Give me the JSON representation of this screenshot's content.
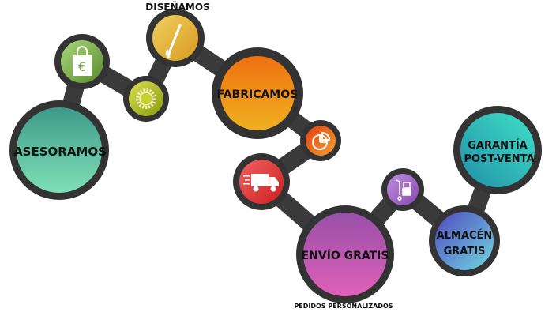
{
  "title_top": "DISEÑAMOS",
  "caption_bottom": "PEDIDOS PERSONALIZADOS",
  "nodes": {
    "asesoramos": {
      "label": "ASESORAMOS",
      "color": "#4fb89a"
    },
    "euro": {
      "icon": "shopping-bag-euro-icon",
      "color": "#8fc25a"
    },
    "gear": {
      "icon": "gear-icon",
      "color": "#b8c52a"
    },
    "pen": {
      "icon": "pen-icon",
      "color": "#e8b83a"
    },
    "fabricamos": {
      "label": "FABRICAMOS",
      "color": "#f0901a"
    },
    "pie": {
      "icon": "pie-chart-icon",
      "color": "#f06020"
    },
    "truck": {
      "icon": "truck-icon",
      "color": "#e84848"
    },
    "envio": {
      "label": "ENVÍO GRATIS",
      "color": "#b050b0"
    },
    "trolley": {
      "icon": "hand-truck-icon",
      "color": "#a868c8"
    },
    "almacen": {
      "label_1": "ALMACÉN",
      "label_2": "GRATIS",
      "color": "#6a78d0"
    },
    "garantia": {
      "label_1": "GARANTÍA",
      "label_2": "POST-VENTA",
      "color": "#30b8b8"
    }
  }
}
